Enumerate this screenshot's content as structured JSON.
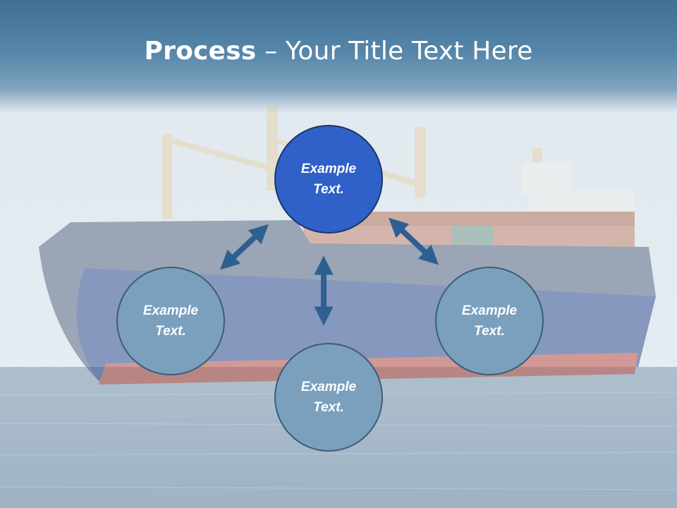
{
  "slide": {
    "title_bold": "Process",
    "title_rest": " – Your Title Text Here",
    "background_description_icon": "container-ship-photo"
  },
  "diagram": {
    "nodes": {
      "top": "Example\nText.",
      "left": "Example\nText.",
      "right": "Example\nText.",
      "bottom": "Example\nText."
    },
    "arrow_color": "#2e5f91",
    "primary_node_color": "#2f61c8",
    "secondary_node_color": "#7aa0be"
  }
}
